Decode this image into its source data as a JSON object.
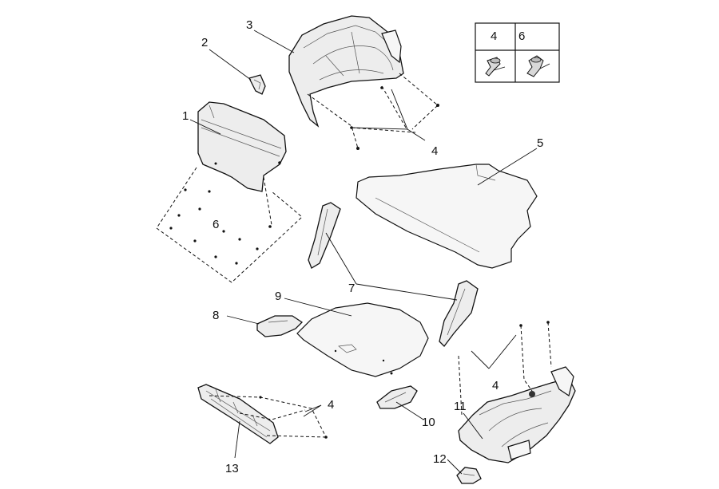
{
  "diagram": {
    "legend": {
      "cells": [
        "4",
        "6"
      ]
    },
    "callouts": {
      "c1": "1",
      "c2": "2",
      "c3": "3",
      "c4_upper": "4",
      "c5": "5",
      "c6": "6",
      "c7": "7",
      "c8": "8",
      "c9": "9",
      "c4_right": "4",
      "c4_lower": "4",
      "c10": "10",
      "c11": "11",
      "c12": "12",
      "c13": "13"
    }
  }
}
